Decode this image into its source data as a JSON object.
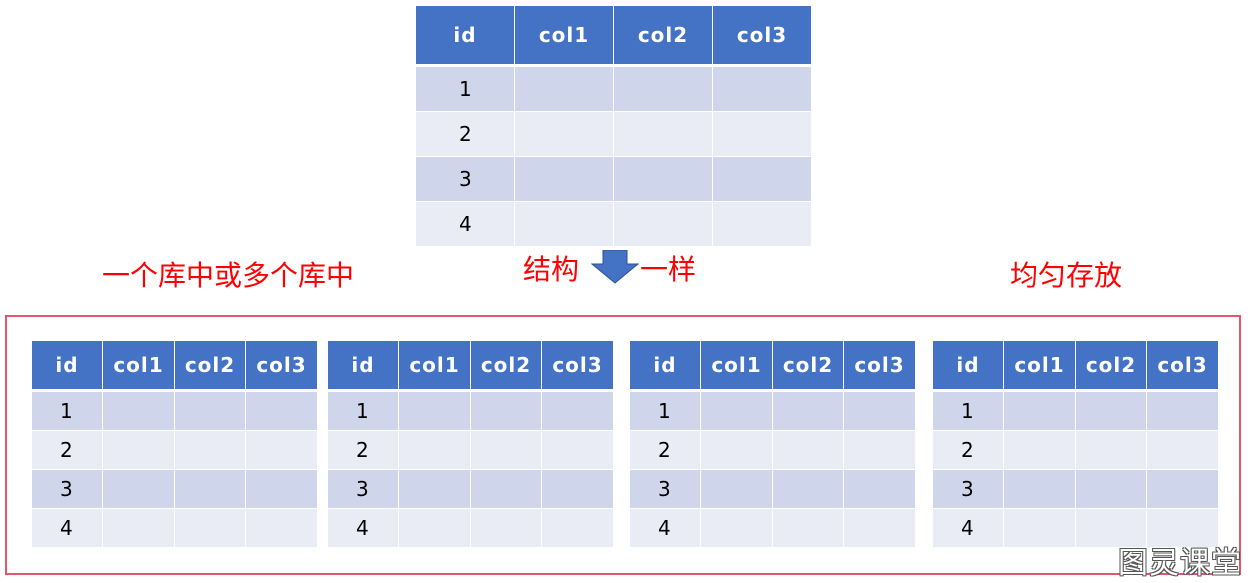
{
  "table_headers": [
    "id",
    "col1",
    "col2",
    "col3"
  ],
  "top_table": {
    "ids": [
      "1",
      "2",
      "3",
      "4"
    ]
  },
  "bottom_tables": [
    {
      "ids": [
        "1",
        "2",
        "3",
        "4"
      ]
    },
    {
      "ids": [
        "1",
        "2",
        "3",
        "4"
      ]
    },
    {
      "ids": [
        "1",
        "2",
        "3",
        "4"
      ]
    },
    {
      "ids": [
        "1",
        "2",
        "3",
        "4"
      ]
    }
  ],
  "labels": {
    "left": "一个库中或多个库中",
    "middle_before_arrow": "结构",
    "middle_after_arrow": "一样",
    "right": "均匀存放"
  },
  "arrow_icon": "arrow-down-icon",
  "watermark": "图灵课堂",
  "colors": {
    "header_bg": "#4472c4",
    "row_odd": "#cfd5ea",
    "row_even": "#e9ebf5",
    "label_text": "#ff0000",
    "frame_border": "#e0586a",
    "arrow_fill": "#4472c4"
  }
}
